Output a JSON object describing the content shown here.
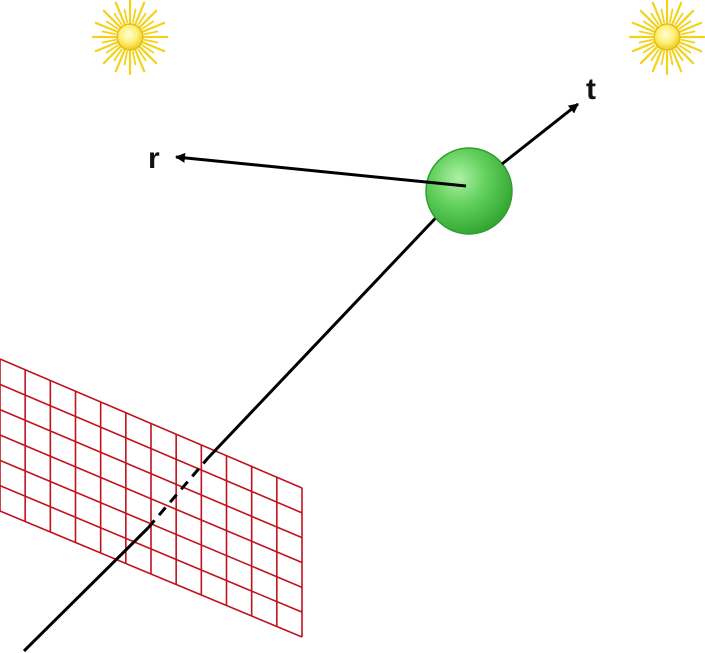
{
  "diagram": {
    "labels": {
      "reflected": "r",
      "transmitted": "t"
    },
    "icons": {
      "left_light": "sun-icon",
      "right_light": "sun-icon",
      "sphere": "sphere-object",
      "grid": "image-plane-grid"
    },
    "colors": {
      "ray": "#000000",
      "grid": "#c1121f",
      "sphere_fill": "#4fc94f",
      "sphere_edge": "#2f9e2f",
      "sun_rays": "#f2d21b",
      "sun_core": "#fff27a"
    }
  }
}
